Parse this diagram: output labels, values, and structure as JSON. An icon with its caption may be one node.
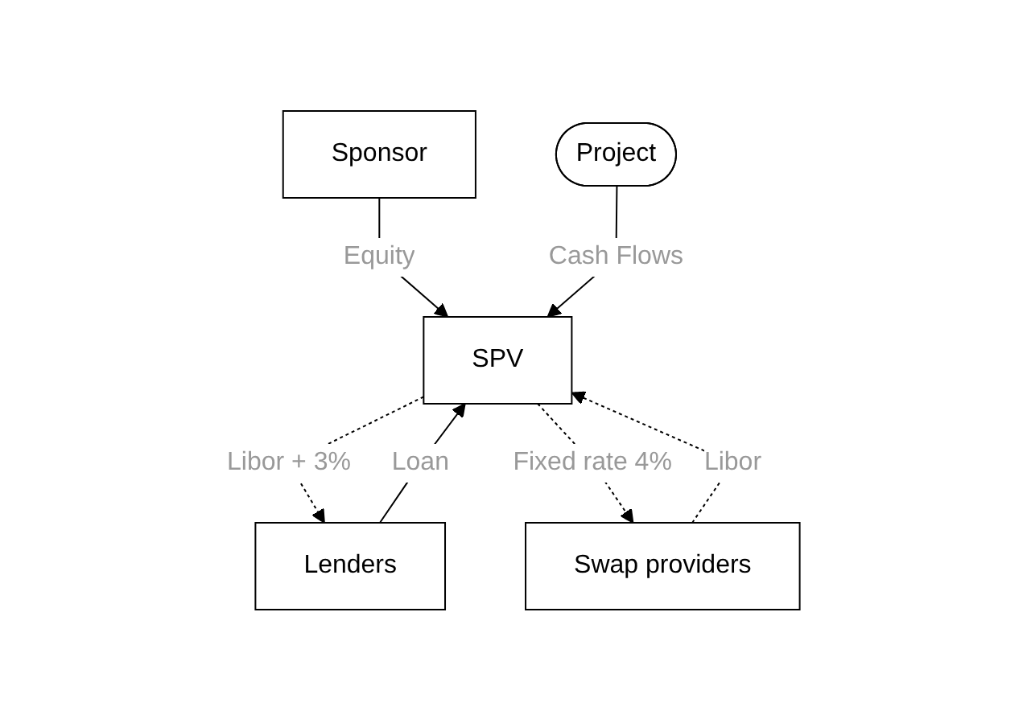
{
  "diagram": {
    "nodes": [
      {
        "text": [
          "Sponsor"
        ]
      },
      {
        "text": [
          "Lenders"
        ]
      },
      {
        "text": [
          "SPV"
        ]
      },
      {
        "text": [
          "Swap providers"
        ]
      },
      {
        "text": [
          "Project"
        ]
      }
    ],
    "edges": [
      {
        "from": 0,
        "to": 2,
        "arrow": "to",
        "label": "Equity"
      },
      {
        "from": 1,
        "to": 2,
        "arrow": "to",
        "label": "Loan"
      },
      {
        "from": 2,
        "to": 1,
        "arrow": "to",
        "label": "Libor + 3%",
        "style": "dashed"
      },
      {
        "from": 3,
        "to": 2,
        "arrow": "to",
        "label": "Libor",
        "style": "dashed"
      },
      {
        "from": 2,
        "to": 3,
        "arrow": "to",
        "label": "Fixed rate 4%",
        "style": "dashed"
      },
      {
        "from": 4,
        "to": 2,
        "arrow": "to",
        "label": "Cash Flows"
      }
    ]
  }
}
